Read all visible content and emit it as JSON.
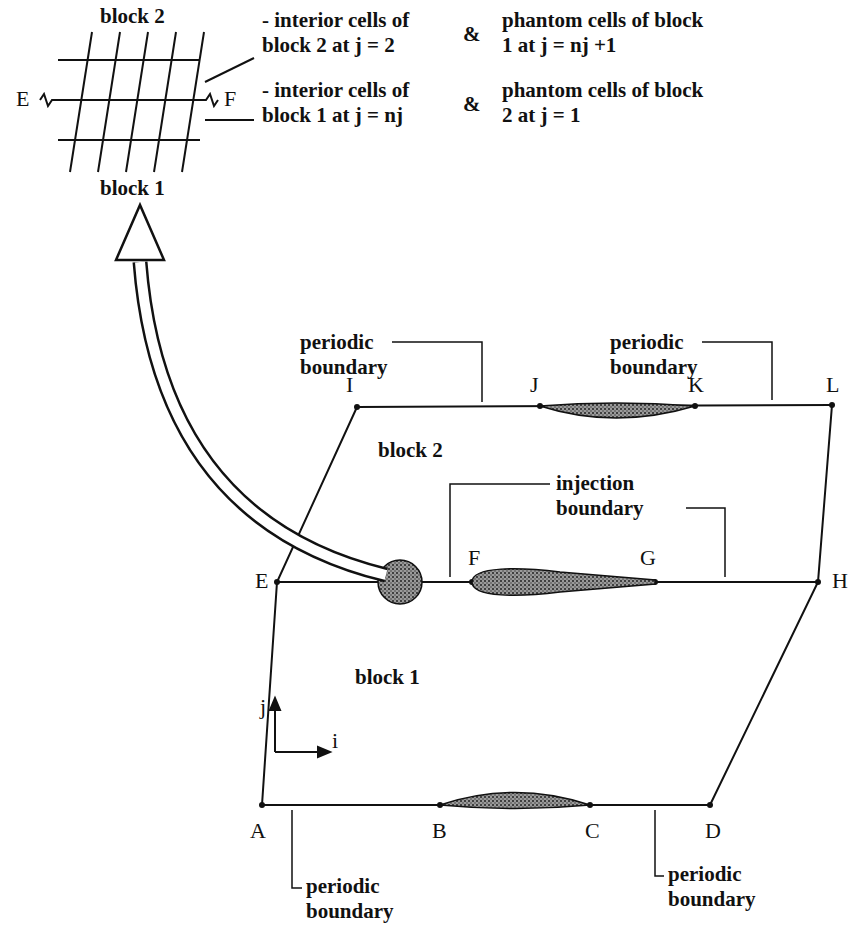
{
  "diagram": {
    "labels": [
      "block 2",
      "E",
      "F",
      "block 1",
      "- interior cells of block 2 at j = 2",
      "&",
      "phantom cells of block 1 at j = nj +1",
      "- interior cells of block 1 at j = nj",
      "&",
      "phantom cells of block 2 at j = 1",
      "periodic boundary",
      "periodic boundary",
      "I",
      "J",
      "K",
      "L",
      "block 2",
      "injection boundary",
      "E",
      "F",
      "G",
      "H",
      "block 1",
      "j",
      "i",
      "A",
      "B",
      "C",
      "D",
      "periodic boundary",
      "periodic boundary"
    ]
  }
}
